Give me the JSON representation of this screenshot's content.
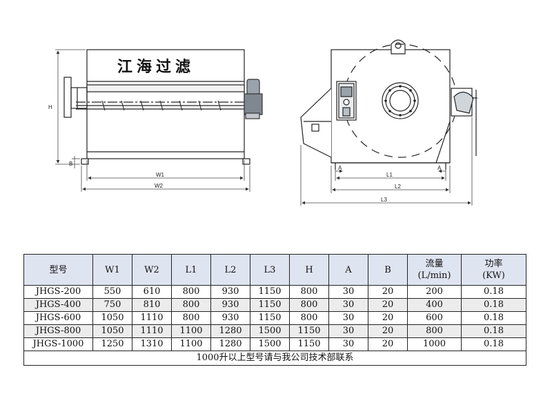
{
  "drawing": {
    "brand_text": "江海过滤",
    "dimension_labels": {
      "H": "H",
      "B": "B",
      "W1": "W1",
      "W2": "W2",
      "L1": "L1",
      "L2": "L2",
      "L3": "L3",
      "A_left": "A",
      "A_right": "A"
    }
  },
  "table": {
    "headers": {
      "model": "型号",
      "W1": "W1",
      "W2": "W2",
      "L1": "L1",
      "L2": "L2",
      "L3": "L3",
      "H": "H",
      "A": "A",
      "B": "B",
      "flow_line1": "流量",
      "flow_line2": "(L/min)",
      "power_line1": "功率",
      "power_line2": "(KW)"
    },
    "rows": [
      [
        "JHGS-200",
        "550",
        "610",
        "800",
        "930",
        "1150",
        "800",
        "30",
        "20",
        "200",
        "0.18"
      ],
      [
        "JHGS-400",
        "750",
        "810",
        "800",
        "930",
        "1150",
        "800",
        "30",
        "20",
        "400",
        "0.18"
      ],
      [
        "JHGS-600",
        "1050",
        "1110",
        "800",
        "930",
        "1150",
        "800",
        "30",
        "20",
        "600",
        "0.18"
      ],
      [
        "JHGS-800",
        "1050",
        "1110",
        "1100",
        "1280",
        "1500",
        "1150",
        "30",
        "20",
        "800",
        "0.18"
      ],
      [
        "JHGS-1000",
        "1250",
        "1310",
        "1100",
        "1280",
        "1500",
        "1150",
        "30",
        "20",
        "1000",
        "0.18"
      ]
    ],
    "note": "1000升以上型号请与我公司技术部联系"
  }
}
